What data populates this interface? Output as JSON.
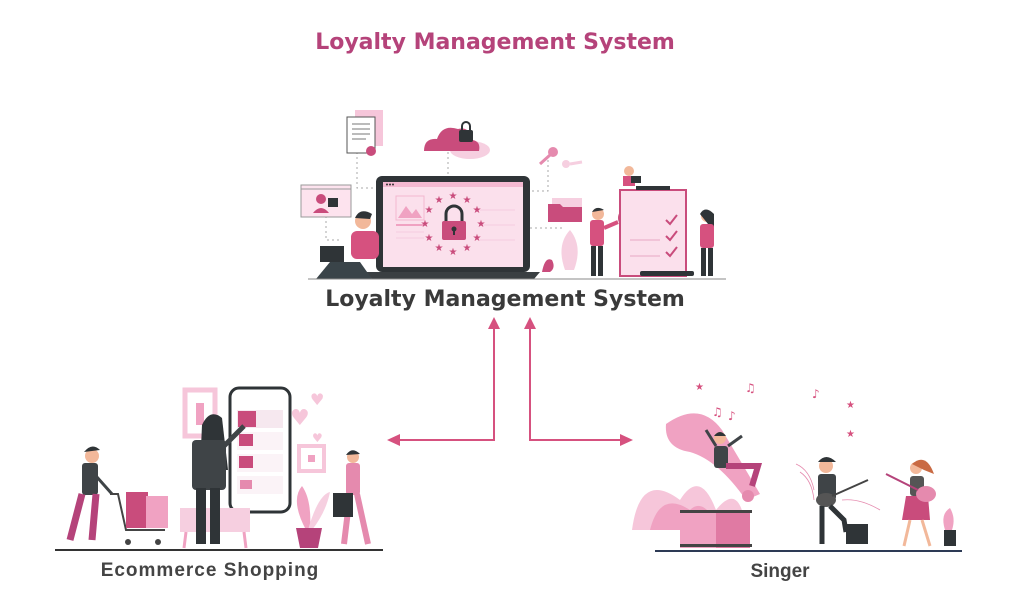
{
  "title": "Loyalty Management System",
  "center_node": {
    "label": "Loyalty Management System",
    "illustration": "laptop-with-padlock-and-stars-security-scene"
  },
  "left_node": {
    "label": "Ecommerce Shopping",
    "illustration": "shoppers-with-cart-and-smartphone-store"
  },
  "right_node": {
    "label": "Singer",
    "illustration": "musicians-with-gramophone-guitar-scene"
  },
  "connectors": [
    {
      "from": "Ecommerce Shopping",
      "to": "Loyalty Management System",
      "style": "bidirectional-elbow-arrow"
    },
    {
      "from": "Singer",
      "to": "Loyalty Management System",
      "style": "bidirectional-elbow-arrow"
    }
  ],
  "colors": {
    "accent": "#d6517f",
    "title": "#b5437a",
    "pink_light": "#f9d3e2",
    "pink_mid": "#e58aae",
    "text_dark": "#3a3a3a",
    "dark_gray": "#2f3437"
  }
}
